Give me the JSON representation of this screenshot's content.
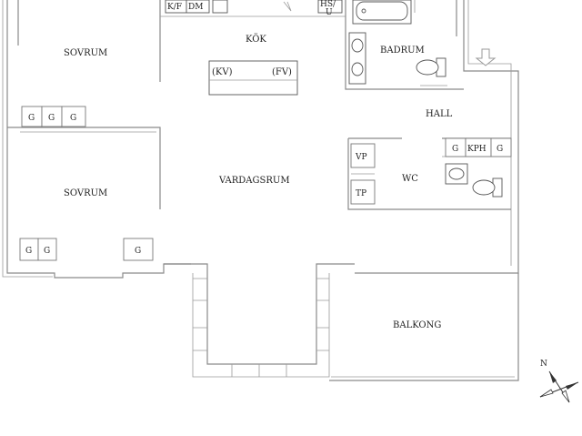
{
  "rooms": {
    "bedroom_top": "SOVRUM",
    "bedroom_bottom": "SOVRUM",
    "kitchen": "KÖK",
    "living": "VARDAGSRUM",
    "bathroom": "BADRUM",
    "hall": "HALL",
    "wc": "WC",
    "balcony": "BALKONG"
  },
  "kitchen_labels": {
    "kf": "K/F",
    "dm": "DM",
    "hsu": "HS/",
    "hsu2": "U",
    "island_kv": "(KV)",
    "island_fv": "(FV)"
  },
  "storage": {
    "g": "G",
    "kph": "KPH",
    "vp": "VP",
    "tp": "TP"
  },
  "compass": {
    "north": "N"
  },
  "colors": {
    "wall": "#8a8a8a",
    "text": "#222222",
    "background": "#ffffff"
  }
}
